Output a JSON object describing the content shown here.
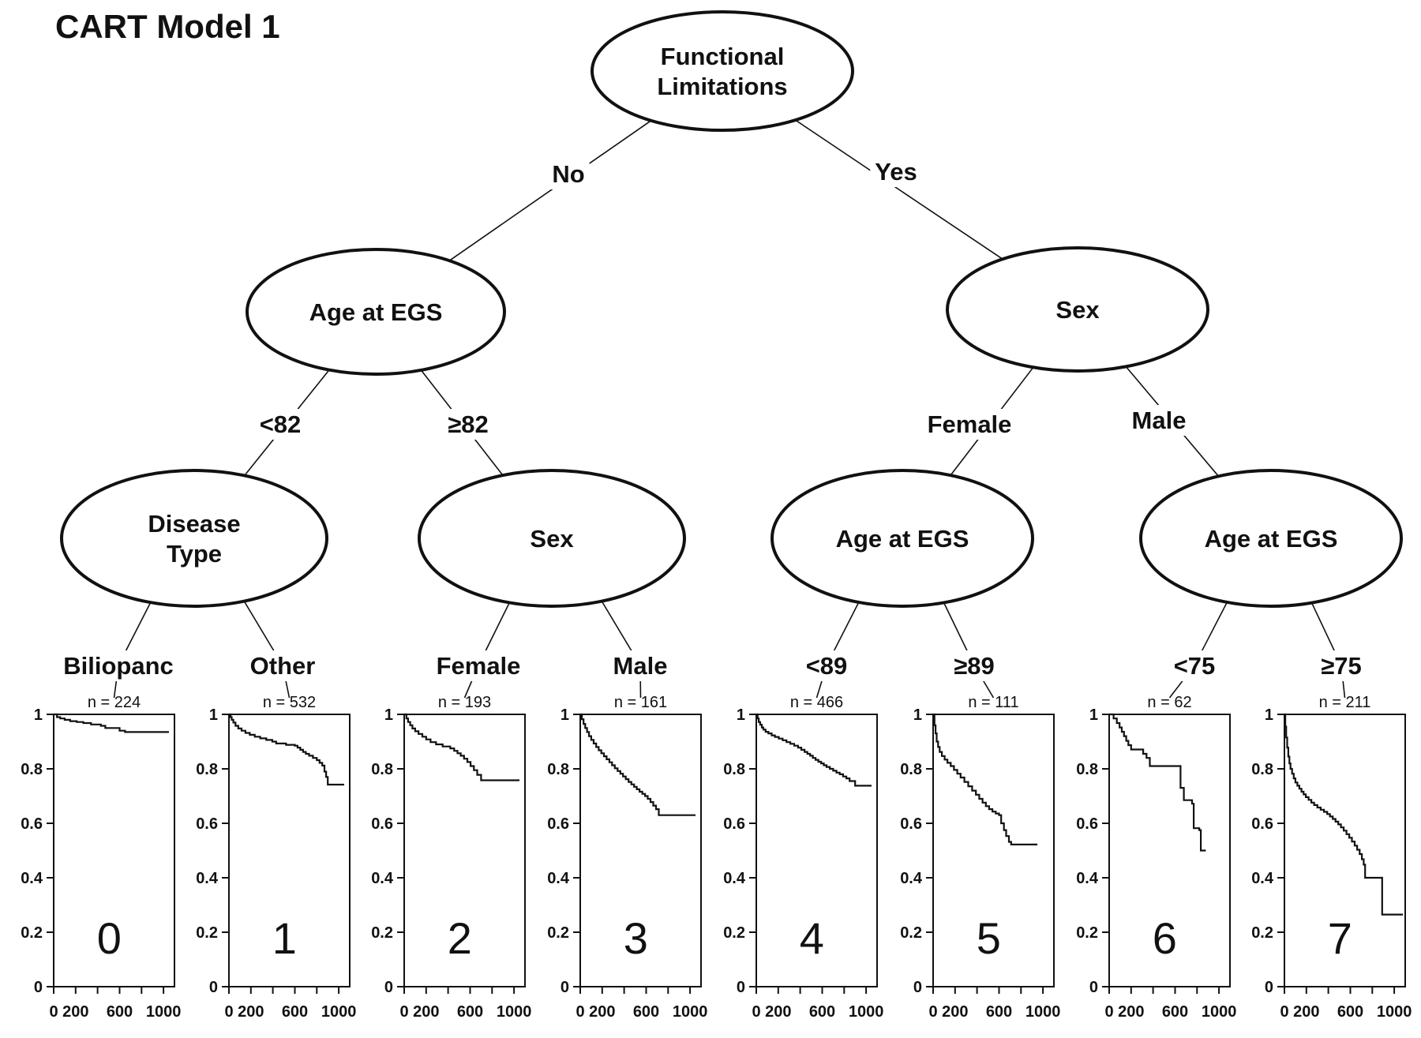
{
  "title": "CART Model 1",
  "colors": {
    "ink": "#111111",
    "background": "#ffffff"
  },
  "tree": {
    "nodes": [
      {
        "id": "root",
        "lines": [
          "Functional",
          "Limitations"
        ]
      },
      {
        "id": "no-age",
        "lines": [
          "Age at EGS"
        ]
      },
      {
        "id": "yes-sex",
        "lines": [
          "Sex"
        ]
      },
      {
        "id": "disease-type",
        "lines": [
          "Disease",
          "Type"
        ]
      },
      {
        "id": "no-old-sex",
        "lines": [
          "Sex"
        ]
      },
      {
        "id": "yes-female-age",
        "lines": [
          "Age at EGS"
        ]
      },
      {
        "id": "yes-male-age",
        "lines": [
          "Age at EGS"
        ]
      }
    ],
    "edges": [
      {
        "from": "root",
        "to": "no-age",
        "label": "No"
      },
      {
        "from": "root",
        "to": "yes-sex",
        "label": "Yes"
      },
      {
        "from": "no-age",
        "to": "disease-type",
        "label": "<82"
      },
      {
        "from": "no-age",
        "to": "no-old-sex",
        "label": "≥82"
      },
      {
        "from": "yes-sex",
        "to": "yes-female-age",
        "label": "Female"
      },
      {
        "from": "yes-sex",
        "to": "yes-male-age",
        "label": "Male"
      },
      {
        "from": "disease-type",
        "to": "plot0",
        "label": "Biliopanc"
      },
      {
        "from": "disease-type",
        "to": "plot1",
        "label": "Other"
      },
      {
        "from": "no-old-sex",
        "to": "plot2",
        "label": "Female"
      },
      {
        "from": "no-old-sex",
        "to": "plot3",
        "label": "Male"
      },
      {
        "from": "yes-female-age",
        "to": "plot4",
        "label": "<89"
      },
      {
        "from": "yes-female-age",
        "to": "plot5",
        "label": "≥89"
      },
      {
        "from": "yes-male-age",
        "to": "plot6",
        "label": "<75"
      },
      {
        "from": "yes-male-age",
        "to": "plot7",
        "label": "≥75"
      }
    ]
  },
  "chart_data": [
    {
      "type": "line",
      "node_label": "0",
      "title": "n = 224",
      "branch": "Biliopanc",
      "xlabel": "",
      "ylabel": "",
      "xlim": [
        0,
        1100
      ],
      "ylim": [
        0,
        1
      ],
      "grid": false,
      "legend": "none",
      "xticks": [
        0,
        200,
        400,
        600,
        800,
        1000
      ],
      "xtick_labels": [
        "0",
        "200",
        "",
        "600",
        "",
        "1000"
      ],
      "yticks": [
        1,
        0.8,
        0.6,
        0.4,
        0.2,
        0
      ],
      "ytick_labels": [
        "1",
        "0.8",
        "0.6",
        "0.4",
        "0.2",
        "0"
      ],
      "step_x": [
        0,
        30,
        60,
        100,
        150,
        210,
        270,
        340,
        430,
        470,
        600,
        650,
        1050
      ],
      "step_y": [
        1,
        0.99,
        0.985,
        0.98,
        0.975,
        0.972,
        0.968,
        0.963,
        0.958,
        0.95,
        0.94,
        0.935,
        0.935
      ]
    },
    {
      "type": "line",
      "node_label": "1",
      "title": "n = 532",
      "branch": "Other",
      "xlabel": "",
      "ylabel": "",
      "xlim": [
        0,
        1100
      ],
      "ylim": [
        0,
        1
      ],
      "grid": false,
      "legend": "none",
      "xticks": [
        0,
        200,
        400,
        600,
        800,
        1000
      ],
      "xtick_labels": [
        "0",
        "200",
        "",
        "600",
        "",
        "1000"
      ],
      "yticks": [
        1,
        0.8,
        0.6,
        0.4,
        0.2,
        0
      ],
      "ytick_labels": [
        "1",
        "0.8",
        "0.6",
        "0.4",
        "0.2",
        "0"
      ],
      "step_x": [
        0,
        15,
        25,
        40,
        60,
        85,
        115,
        150,
        190,
        235,
        285,
        340,
        395,
        430,
        520,
        600,
        625,
        650,
        675,
        700,
        730,
        765,
        800,
        825,
        850,
        870,
        885,
        900,
        1050
      ],
      "step_y": [
        1,
        0.99,
        0.98,
        0.97,
        0.958,
        0.948,
        0.94,
        0.932,
        0.925,
        0.918,
        0.912,
        0.906,
        0.9,
        0.893,
        0.888,
        0.885,
        0.878,
        0.87,
        0.862,
        0.855,
        0.848,
        0.84,
        0.832,
        0.822,
        0.812,
        0.79,
        0.77,
        0.742,
        0.742
      ]
    },
    {
      "type": "line",
      "node_label": "2",
      "title": "n = 193",
      "branch": "Female",
      "xlabel": "",
      "ylabel": "",
      "xlim": [
        0,
        1100
      ],
      "ylim": [
        0,
        1
      ],
      "grid": false,
      "legend": "none",
      "xticks": [
        0,
        200,
        400,
        600,
        800,
        1000
      ],
      "xtick_labels": [
        "0",
        "200",
        "",
        "600",
        "",
        "1000"
      ],
      "yticks": [
        1,
        0.8,
        0.6,
        0.4,
        0.2,
        0
      ],
      "ytick_labels": [
        "1",
        "0.8",
        "0.6",
        "0.4",
        "0.2",
        "0"
      ],
      "step_x": [
        0,
        20,
        35,
        55,
        75,
        100,
        130,
        165,
        200,
        240,
        290,
        350,
        420,
        455,
        485,
        515,
        545,
        575,
        605,
        635,
        665,
        700,
        1050
      ],
      "step_y": [
        1,
        0.985,
        0.972,
        0.96,
        0.948,
        0.938,
        0.928,
        0.918,
        0.908,
        0.898,
        0.89,
        0.882,
        0.875,
        0.866,
        0.857,
        0.848,
        0.837,
        0.825,
        0.81,
        0.795,
        0.778,
        0.758,
        0.758
      ]
    },
    {
      "type": "line",
      "node_label": "3",
      "title": "n = 161",
      "branch": "Male",
      "xlabel": "",
      "ylabel": "",
      "xlim": [
        0,
        1100
      ],
      "ylim": [
        0,
        1
      ],
      "grid": false,
      "legend": "none",
      "xticks": [
        0,
        200,
        400,
        600,
        800,
        1000
      ],
      "xtick_labels": [
        "0",
        "200",
        "",
        "600",
        "",
        "1000"
      ],
      "yticks": [
        1,
        0.8,
        0.6,
        0.4,
        0.2,
        0
      ],
      "ytick_labels": [
        "1",
        "0.8",
        "0.6",
        "0.4",
        "0.2",
        "0"
      ],
      "step_x": [
        0,
        15,
        30,
        45,
        62,
        80,
        100,
        122,
        145,
        168,
        192,
        216,
        240,
        265,
        290,
        315,
        340,
        365,
        390,
        415,
        440,
        465,
        490,
        515,
        540,
        565,
        590,
        615,
        640,
        665,
        690,
        715,
        1050
      ],
      "step_y": [
        1,
        0.982,
        0.965,
        0.95,
        0.935,
        0.92,
        0.906,
        0.893,
        0.88,
        0.868,
        0.857,
        0.846,
        0.835,
        0.824,
        0.813,
        0.802,
        0.792,
        0.782,
        0.772,
        0.762,
        0.752,
        0.743,
        0.734,
        0.725,
        0.716,
        0.708,
        0.7,
        0.69,
        0.678,
        0.665,
        0.652,
        0.63,
        0.63
      ]
    },
    {
      "type": "line",
      "node_label": "4",
      "title": "n = 466",
      "branch": "<89",
      "xlabel": "",
      "ylabel": "",
      "xlim": [
        0,
        1100
      ],
      "ylim": [
        0,
        1
      ],
      "grid": false,
      "legend": "none",
      "xticks": [
        0,
        200,
        400,
        600,
        800,
        1000
      ],
      "xtick_labels": [
        "0",
        "200",
        "",
        "600",
        "",
        "1000"
      ],
      "yticks": [
        1,
        0.8,
        0.6,
        0.4,
        0.2,
        0
      ],
      "ytick_labels": [
        "1",
        "0.8",
        "0.6",
        "0.4",
        "0.2",
        "0"
      ],
      "step_x": [
        0,
        12,
        22,
        35,
        50,
        65,
        85,
        110,
        140,
        170,
        205,
        240,
        275,
        310,
        345,
        380,
        410,
        440,
        465,
        490,
        515,
        540,
        565,
        590,
        615,
        640,
        670,
        700,
        730,
        760,
        790,
        820,
        850,
        900,
        1050
      ],
      "step_y": [
        1,
        0.985,
        0.972,
        0.962,
        0.952,
        0.944,
        0.936,
        0.93,
        0.923,
        0.917,
        0.911,
        0.905,
        0.898,
        0.892,
        0.885,
        0.878,
        0.87,
        0.862,
        0.855,
        0.848,
        0.84,
        0.833,
        0.826,
        0.82,
        0.813,
        0.807,
        0.8,
        0.793,
        0.786,
        0.78,
        0.772,
        0.765,
        0.755,
        0.738,
        0.738
      ]
    },
    {
      "type": "line",
      "node_label": "5",
      "title": "n = 111",
      "branch": "≥89",
      "xlabel": "",
      "ylabel": "",
      "xlim": [
        0,
        1100
      ],
      "ylim": [
        0,
        1
      ],
      "grid": false,
      "legend": "none",
      "xticks": [
        0,
        200,
        400,
        600,
        800,
        1000
      ],
      "xtick_labels": [
        "0",
        "200",
        "",
        "600",
        "",
        "1000"
      ],
      "yticks": [
        1,
        0.8,
        0.6,
        0.4,
        0.2,
        0
      ],
      "ytick_labels": [
        "1",
        "0.8",
        "0.6",
        "0.4",
        "0.2",
        "0"
      ],
      "step_x": [
        0,
        12,
        22,
        32,
        45,
        60,
        80,
        105,
        130,
        160,
        190,
        220,
        250,
        285,
        320,
        355,
        390,
        420,
        450,
        480,
        510,
        540,
        570,
        600,
        620,
        645,
        665,
        690,
        710,
        950
      ],
      "step_y": [
        1,
        0.96,
        0.93,
        0.9,
        0.88,
        0.862,
        0.847,
        0.834,
        0.822,
        0.81,
        0.796,
        0.782,
        0.768,
        0.752,
        0.736,
        0.72,
        0.705,
        0.69,
        0.676,
        0.663,
        0.652,
        0.643,
        0.636,
        0.63,
        0.6,
        0.575,
        0.553,
        0.532,
        0.522,
        0.522
      ]
    },
    {
      "type": "line",
      "node_label": "6",
      "title": "n = 62",
      "branch": "<75",
      "xlabel": "",
      "ylabel": "",
      "xlim": [
        0,
        1100
      ],
      "ylim": [
        0,
        1
      ],
      "grid": false,
      "legend": "none",
      "xticks": [
        0,
        200,
        400,
        600,
        800,
        1000
      ],
      "xtick_labels": [
        "0",
        "200",
        "",
        "600",
        "",
        "1000"
      ],
      "yticks": [
        1,
        0.8,
        0.6,
        0.4,
        0.2,
        0
      ],
      "ytick_labels": [
        "1",
        "0.8",
        "0.6",
        "0.4",
        "0.2",
        "0"
      ],
      "step_x": [
        0,
        40,
        70,
        95,
        115,
        135,
        155,
        175,
        200,
        310,
        340,
        370,
        650,
        680,
        755,
        770,
        820,
        835,
        880
      ],
      "step_y": [
        1,
        0.985,
        0.968,
        0.952,
        0.936,
        0.92,
        0.903,
        0.887,
        0.871,
        0.855,
        0.84,
        0.81,
        0.73,
        0.685,
        0.672,
        0.582,
        0.575,
        0.5,
        0.5
      ]
    },
    {
      "type": "line",
      "node_label": "7",
      "title": "n = 211",
      "branch": "≥75",
      "xlabel": "",
      "ylabel": "",
      "xlim": [
        0,
        1100
      ],
      "ylim": [
        0,
        1
      ],
      "grid": false,
      "legend": "none",
      "xticks": [
        0,
        200,
        400,
        600,
        800,
        1000
      ],
      "xtick_labels": [
        "0",
        "200",
        "",
        "600",
        "",
        "1000"
      ],
      "yticks": [
        1,
        0.8,
        0.6,
        0.4,
        0.2,
        0
      ],
      "ytick_labels": [
        "1",
        "0.8",
        "0.6",
        "0.4",
        "0.2",
        "0"
      ],
      "step_x": [
        0,
        8,
        16,
        25,
        35,
        45,
        55,
        70,
        85,
        100,
        118,
        136,
        155,
        175,
        195,
        220,
        245,
        270,
        300,
        330,
        360,
        390,
        415,
        440,
        465,
        490,
        515,
        540,
        565,
        590,
        615,
        640,
        662,
        685,
        705,
        722,
        735,
        875,
        890,
        1080
      ],
      "step_y": [
        1,
        0.955,
        0.915,
        0.878,
        0.845,
        0.82,
        0.8,
        0.782,
        0.765,
        0.75,
        0.738,
        0.727,
        0.716,
        0.706,
        0.696,
        0.686,
        0.676,
        0.667,
        0.658,
        0.65,
        0.642,
        0.634,
        0.625,
        0.616,
        0.606,
        0.596,
        0.585,
        0.573,
        0.56,
        0.547,
        0.533,
        0.518,
        0.503,
        0.487,
        0.468,
        0.448,
        0.4,
        0.4,
        0.265,
        0.265
      ]
    }
  ]
}
